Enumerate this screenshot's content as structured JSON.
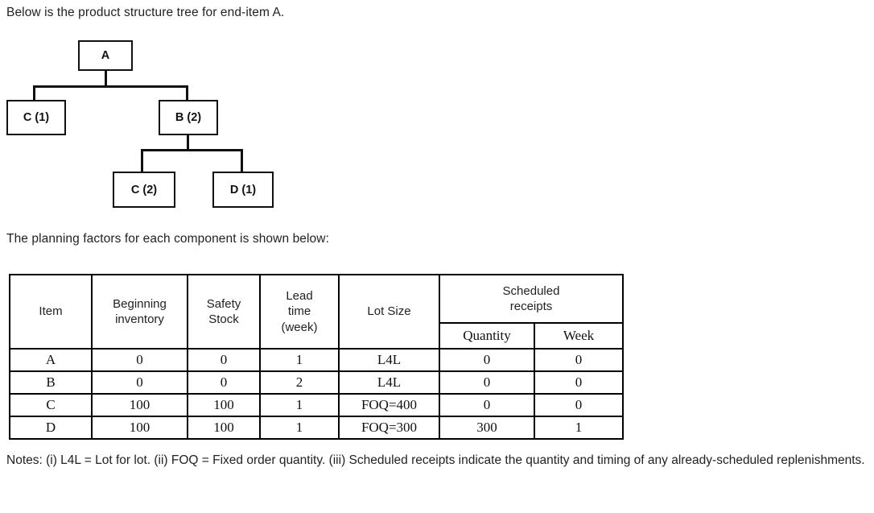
{
  "intro": {
    "top_line": "Below is the product structure tree for end-item A.",
    "mid_line": "The planning factors for each component is shown below:"
  },
  "tree": {
    "title": "product structure tree",
    "nodes": [
      {
        "id": "A",
        "label": "A"
      },
      {
        "id": "C1",
        "label": "C (1)"
      },
      {
        "id": "B2",
        "label": "B (2)"
      },
      {
        "id": "C2",
        "label": "C (2)"
      },
      {
        "id": "D1",
        "label": "D (1)"
      }
    ]
  },
  "table": {
    "headers": {
      "item": "Item",
      "beginning_inventory": "Beginning\ninventory",
      "beginning_inventory_line1": "Beginning",
      "beginning_inventory_line2": "inventory",
      "safety_stock_line1": "Safety",
      "safety_stock_line2": "Stock",
      "lead_time_line1": "Lead",
      "lead_time_line2": "time",
      "lead_time_line3": "(week)",
      "lot_size": "Lot Size",
      "scheduled_receipts_line1": "Scheduled",
      "scheduled_receipts_line2": "receipts",
      "quantity": "Quantity",
      "week": "Week"
    },
    "rows": [
      {
        "item": "A",
        "beginning_inventory": "0",
        "safety_stock": "0",
        "lead_time": "1",
        "lot_size": "L4L",
        "sr_quantity": "0",
        "sr_week": "0"
      },
      {
        "item": "B",
        "beginning_inventory": "0",
        "safety_stock": "0",
        "lead_time": "2",
        "lot_size": "L4L",
        "sr_quantity": "0",
        "sr_week": "0"
      },
      {
        "item": "C",
        "beginning_inventory": "100",
        "safety_stock": "100",
        "lead_time": "1",
        "lot_size": "FOQ=400",
        "sr_quantity": "0",
        "sr_week": "0"
      },
      {
        "item": "D",
        "beginning_inventory": "100",
        "safety_stock": "100",
        "lead_time": "1",
        "lot_size": "FOQ=300",
        "sr_quantity": "300",
        "sr_week": "1"
      }
    ]
  },
  "notes": {
    "text": "Notes: (i) L4L = Lot for lot. (ii) FOQ = Fixed order quantity. (iii) Scheduled receipts indicate the quantity and timing of any already-scheduled replenishments."
  },
  "colors": {
    "text": "#222222",
    "line": "#111111",
    "border": "#000000",
    "background": "#ffffff"
  }
}
